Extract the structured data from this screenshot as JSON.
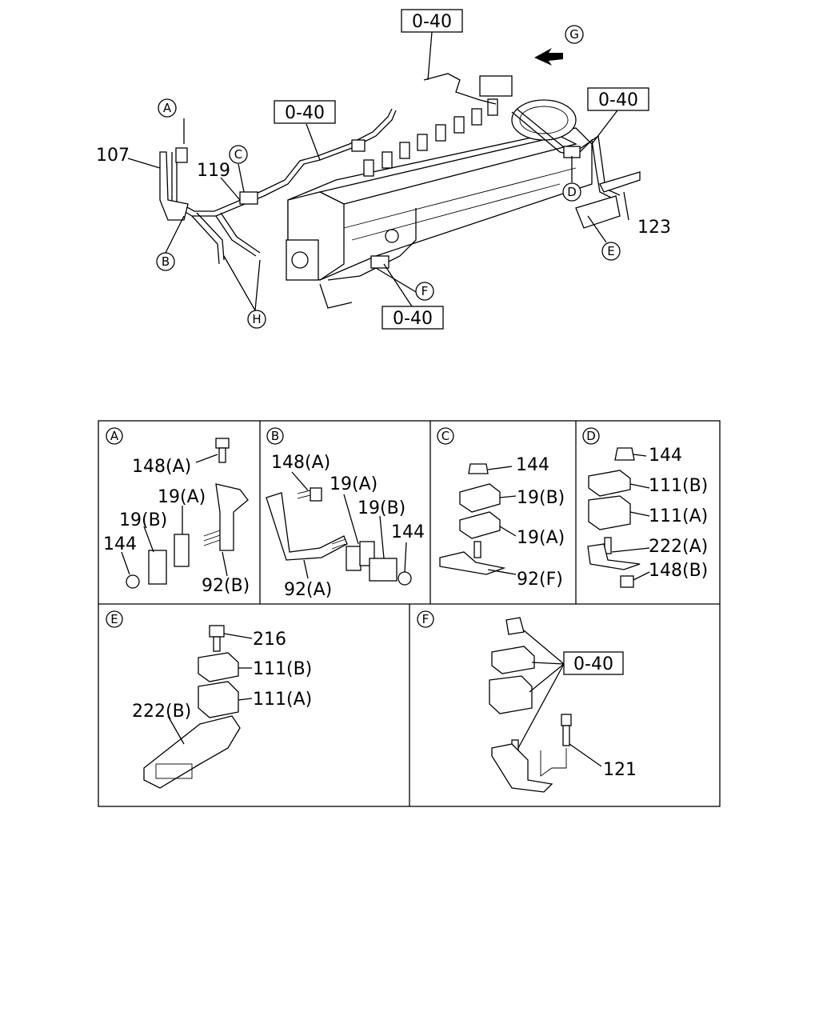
{
  "ref_label": "0-40",
  "main_view": {
    "callouts": {
      "A": "A",
      "B": "B",
      "C": "C",
      "D": "D",
      "E": "E",
      "F": "F",
      "G": "G",
      "H": "H"
    },
    "parts": {
      "p107": "107",
      "p119": "119",
      "p123": "123"
    }
  },
  "details": {
    "A": {
      "letter": "A",
      "p148A": "148(A)",
      "p19A": "19(A)",
      "p19B": "19(B)",
      "p144": "144",
      "p92B": "92(B)"
    },
    "B": {
      "letter": "B",
      "p148A": "148(A)",
      "p19A": "19(A)",
      "p19B": "19(B)",
      "p144": "144",
      "p92A": "92(A)"
    },
    "C": {
      "letter": "C",
      "p144": "144",
      "p19B": "19(B)",
      "p19A": "19(A)",
      "p92F": "92(F)"
    },
    "D": {
      "letter": "D",
      "p144": "144",
      "p111B": "111(B)",
      "p111A": "111(A)",
      "p222A": "222(A)",
      "p148B": "148(B)"
    },
    "E": {
      "letter": "E",
      "p216": "216",
      "p111B": "111(B)",
      "p111A": "111(A)",
      "p222B": "222(B)"
    },
    "F": {
      "letter": "F",
      "p121": "121"
    }
  }
}
